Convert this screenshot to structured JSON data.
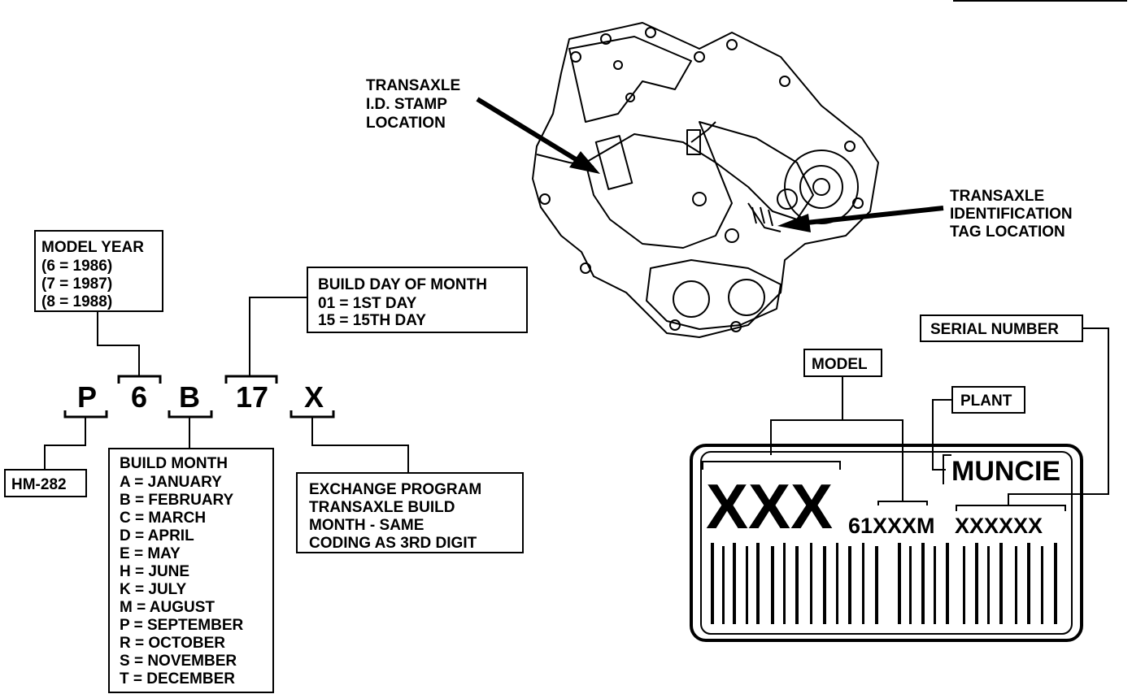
{
  "code": {
    "c1": "P",
    "c2": "6",
    "c3": "B",
    "c4": "17",
    "c5": "X"
  },
  "model_year": {
    "title": "MODEL YEAR",
    "lines": [
      "(6 = 1986)",
      "(7 = 1987)",
      "(8 = 1988)"
    ]
  },
  "build_day": {
    "title": "BUILD DAY OF MONTH",
    "lines": [
      "01 = 1ST DAY",
      "15 = 15TH DAY"
    ]
  },
  "hm": "HM-282",
  "build_month": {
    "title": "BUILD MONTH",
    "lines": [
      "A = JANUARY",
      "B = FEBRUARY",
      "C = MARCH",
      "D = APRIL",
      "E = MAY",
      "H = JUNE",
      "K = JULY",
      "M = AUGUST",
      "P = SEPTEMBER",
      "R = OCTOBER",
      "S = NOVEMBER",
      "T = DECEMBER"
    ]
  },
  "exchange": {
    "lines": [
      "EXCHANGE PROGRAM",
      "TRANSAXLE BUILD",
      "MONTH - SAME",
      "CODING AS 3RD DIGIT"
    ]
  },
  "stamp_label": {
    "lines": [
      "TRANSAXLE",
      "I.D. STAMP",
      "LOCATION"
    ]
  },
  "tag_label": {
    "lines": [
      "TRANSAXLE",
      "IDENTIFICATION",
      "TAG LOCATION"
    ]
  },
  "tag": {
    "serial_label": "SERIAL NUMBER",
    "model_label": "MODEL",
    "plant_label": "PLANT",
    "plant_name": "MUNCIE",
    "model_code": "XXX",
    "number_prefix": "61XXXM",
    "serial_code": "XXXXXX"
  }
}
